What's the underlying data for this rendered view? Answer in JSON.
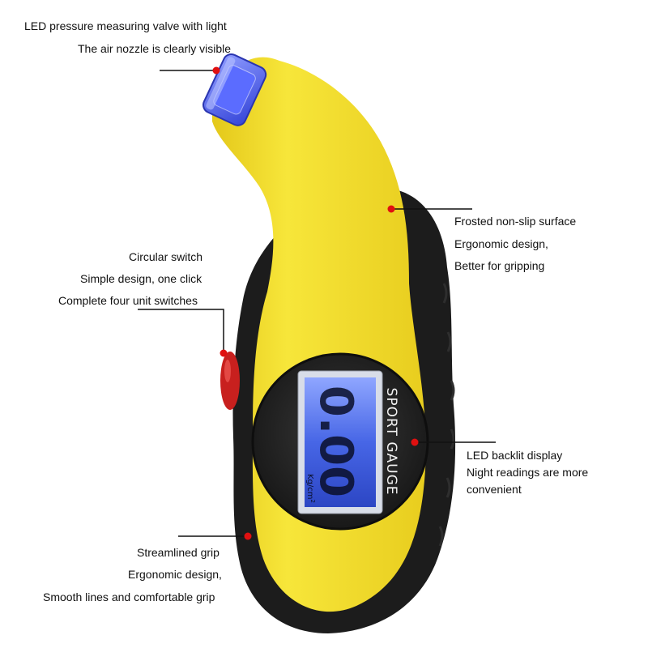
{
  "callouts": {
    "valve": {
      "lines": [
        "LED pressure measuring valve with light",
        "The air nozzle is clearly visible"
      ]
    },
    "surface": {
      "lines": [
        "Frosted non-slip surface",
        "Ergonomic design,",
        "Better for gripping"
      ]
    },
    "switch": {
      "lines": [
        "Circular switch",
        "Simple design, one click",
        "Complete four unit switches"
      ]
    },
    "display": {
      "lines": [
        "LED backlit display",
        "Night readings are more",
        "convenient"
      ]
    },
    "grip": {
      "lines": [
        "Streamlined grip",
        "Ergonomic design,",
        "Smooth lines and comfortable grip"
      ]
    }
  },
  "device": {
    "brand_text": "SPORT GAUGE",
    "unit_text": "Kg/cm",
    "unit_sup": "2",
    "reading": "0.00",
    "colors": {
      "body_yellow": "#f2dc2a",
      "grip_black": "#1c1c1c",
      "lcd_blue": "#3f5fe0",
      "nozzle_blue": "#4a5cf0",
      "switch_red": "#c8201e",
      "marker_red": "#e01010"
    }
  }
}
